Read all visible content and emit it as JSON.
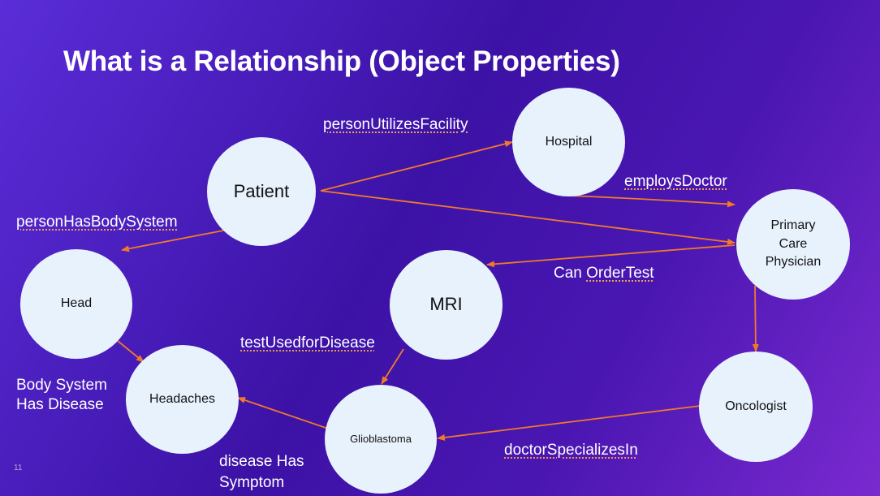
{
  "title": "What is a Relationship (Object Properties)",
  "slide_number": "11",
  "colors": {
    "background_start": "#5a2dd8",
    "background_end": "#7a2ad0",
    "node_fill": "#e8f2fd",
    "edge": "#f07a2a",
    "text": "#ffffff"
  },
  "nodes": {
    "patient": "Patient",
    "hospital": "Hospital",
    "primary_care": "Primary\nCare\nPhysician",
    "head": "Head",
    "mri": "MRI",
    "headaches": "Headaches",
    "glioblastoma": "Glioblastoma",
    "oncologist": "Oncologist"
  },
  "edges": [
    {
      "from": "patient",
      "to": "hospital",
      "label": "personUtilizesFacility"
    },
    {
      "from": "hospital",
      "to": "primary_care",
      "label": "employsDoctor"
    },
    {
      "from": "patient",
      "to": "primary_care",
      "label": ""
    },
    {
      "from": "patient",
      "to": "head",
      "label": "personHasBodySystem"
    },
    {
      "from": "primary_care",
      "to": "mri",
      "label": "Can OrderTest"
    },
    {
      "from": "primary_care",
      "to": "oncologist",
      "label": ""
    },
    {
      "from": "head",
      "to": "headaches",
      "label": "Body System Has Disease"
    },
    {
      "from": "mri",
      "to": "glioblastoma",
      "label": "testUsedforDisease"
    },
    {
      "from": "glioblastoma",
      "to": "headaches",
      "label": "disease Has Symptom"
    },
    {
      "from": "oncologist",
      "to": "glioblastoma",
      "label": "doctorSpecializesIn"
    }
  ],
  "labels": {
    "person_utilizes_facility": "personUtilizesFacility",
    "employs_doctor": "employsDoctor",
    "person_has_body_system": "personHasBodySystem",
    "can": "Can ",
    "order_test": "OrderTest",
    "test_used_for_disease": "testUsedforDisease",
    "body_system_line1": "Body System",
    "body_system_line2": "Has Disease",
    "disease_symptom_line1": "disease Has",
    "disease_symptom_line2": "Symptom",
    "doctor_specializes_in": "doctorSpecializesIn"
  }
}
